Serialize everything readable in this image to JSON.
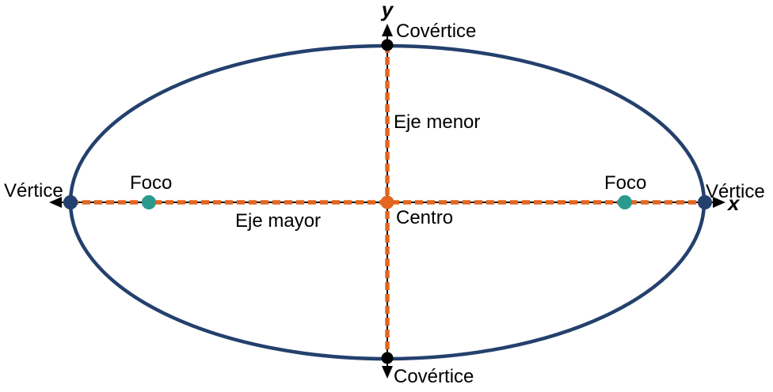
{
  "diagram": {
    "type": "ellipse-anatomy",
    "labels": {
      "y_axis": "y",
      "x_axis": "x",
      "covertex_top": "Covértice",
      "covertex_bottom": "Covértice",
      "vertex_left": "Vértice",
      "vertex_right": "Vértice",
      "focus_left": "Foco",
      "focus_right": "Foco",
      "center": "Centro",
      "minor_axis": "Eje menor",
      "major_axis": "Eje mayor"
    },
    "colors": {
      "background": "#ffffff",
      "ellipse_stroke": "#24406d",
      "axis_dash": "#e2661f",
      "axis_line": "#000000",
      "text": "#000000",
      "center_point": "#e2661f",
      "vertex_point": "#24406d",
      "focus_point": "#2a9a8f",
      "covertex_point": "#000000"
    }
  }
}
